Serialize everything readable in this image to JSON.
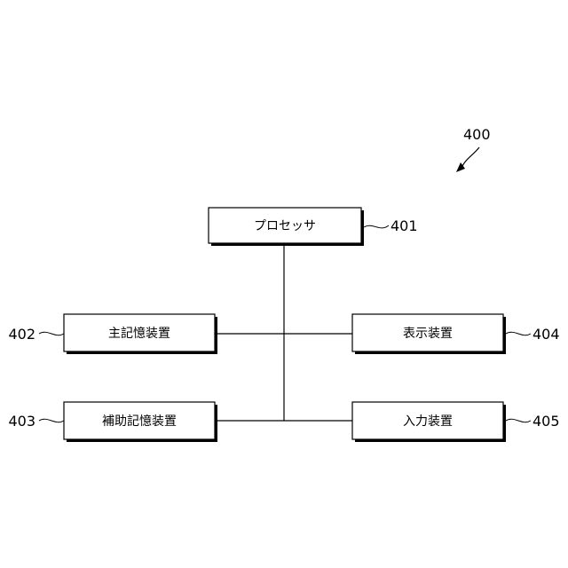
{
  "diagram": {
    "figure_ref": "400",
    "blocks": {
      "processor": {
        "label": "プロセッサ",
        "ref": "401"
      },
      "main_memory": {
        "label": "主記憶装置",
        "ref": "402"
      },
      "aux_memory": {
        "label": "補助記憶装置",
        "ref": "403"
      },
      "display": {
        "label": "表示装置",
        "ref": "404"
      },
      "input": {
        "label": "入力装置",
        "ref": "405"
      }
    }
  }
}
